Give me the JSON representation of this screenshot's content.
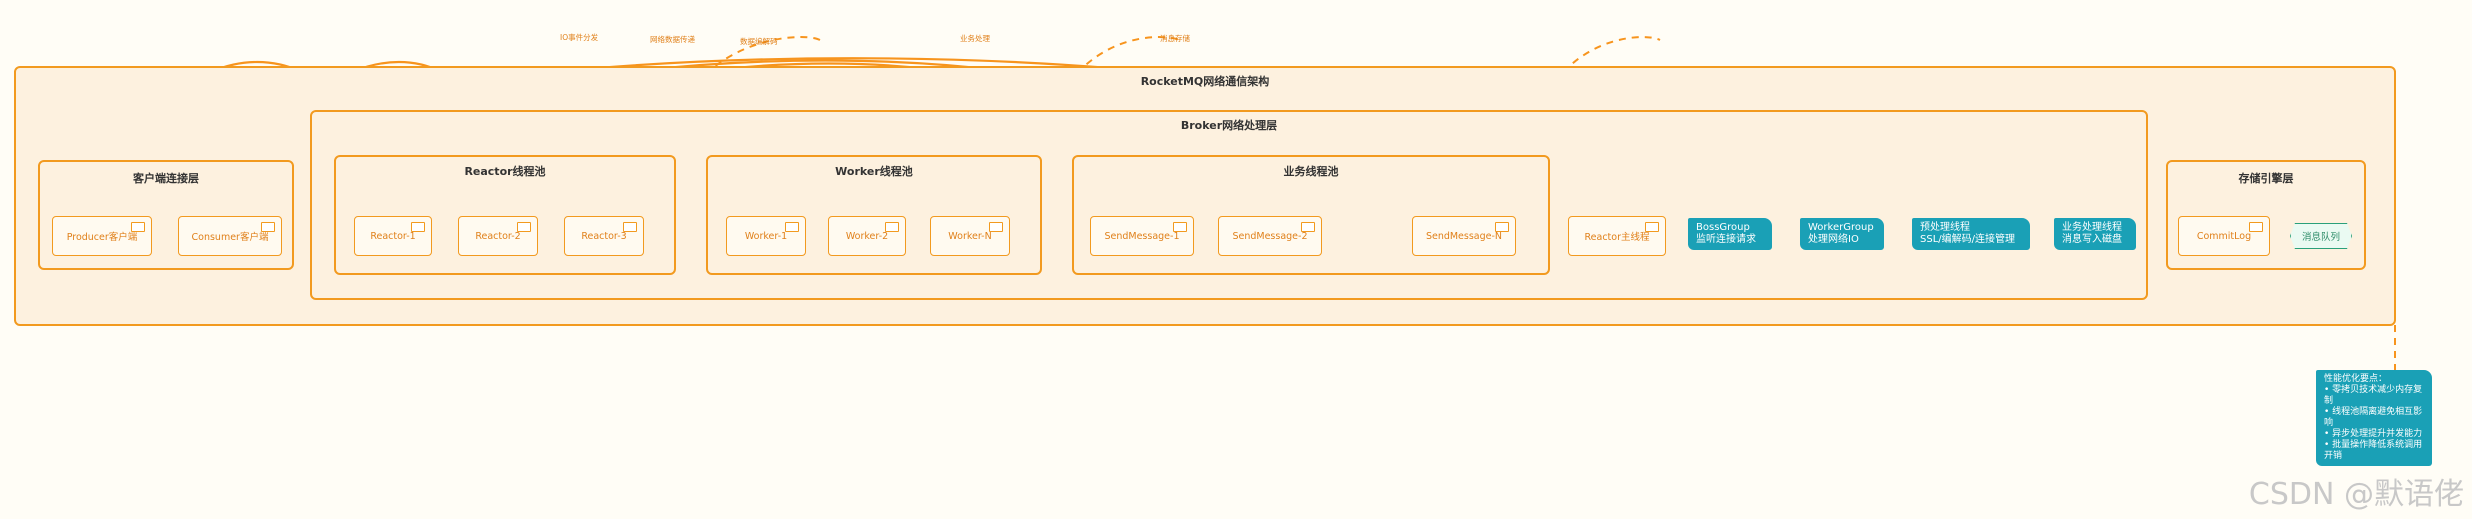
{
  "layers": {
    "outer": "RocketMQ网络通信架构",
    "broker": "Broker网络处理层",
    "client": "客户端连接层",
    "reactor_pool": "Reactor线程池",
    "worker_pool": "Worker线程池",
    "business_pool": "业务线程池",
    "storage": "存储引擎层"
  },
  "components": {
    "producer": "Producer客户端",
    "consumer": "Consumer客户端",
    "reactor1": "Reactor-1",
    "reactor2": "Reactor-2",
    "reactor3": "Reactor-3",
    "worker1": "Worker-1",
    "worker2": "Worker-2",
    "workerN": "Worker-N",
    "send1": "SendMessage-1",
    "send2": "SendMessage-2",
    "sendN": "SendMessage-N",
    "reactor_main": "Reactor主线程",
    "commitlog": "CommitLog",
    "queue": "消息队列"
  },
  "notes": {
    "boss": [
      "BossGroup",
      "监听连接请求"
    ],
    "worker": [
      "WorkerGroup",
      "处理网络IO"
    ],
    "pre": [
      "预处理线程",
      "SSL/编解码/连接管理"
    ],
    "biz": [
      "业务处理线程",
      "消息写入磁盘"
    ],
    "perf": [
      "性能优化要点：",
      "• 零拷贝技术减少内存复制",
      "• 线程池隔离避免相互影响",
      "• 异步处理提升并发能力",
      "• 批量操作降低系统调用开销"
    ]
  },
  "edge_labels": [
    "IO事件分发",
    "网络数据传递",
    "数据编解码",
    "业务处理",
    "消息存储"
  ],
  "watermark": "CSDN @默语佬",
  "colors": {
    "accent": "#f29a1f",
    "note": "#1aa0b6",
    "fill": "#fdf1df"
  }
}
